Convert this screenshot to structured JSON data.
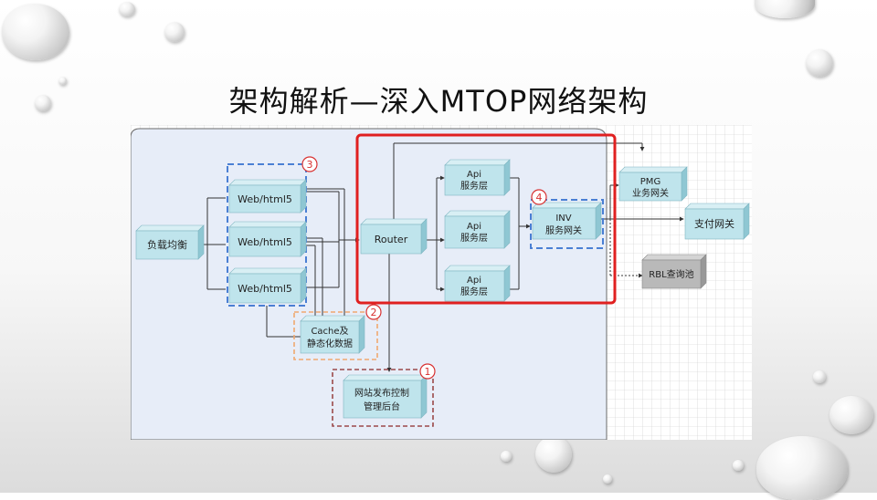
{
  "slide": {
    "title": "架构解析—深入MTOP网络架构"
  },
  "diagram": {
    "nodes": {
      "lb": "负载均衡",
      "web1": "Web/html5",
      "web2": "Web/html5",
      "web3": "Web/html5",
      "router": "Router",
      "api1_l1": "Api",
      "api1_l2": "服务层",
      "api2_l1": "Api",
      "api2_l2": "服务层",
      "api3_l1": "Api",
      "api3_l2": "服务层",
      "inv_l1": "INV",
      "inv_l2": "服务网关",
      "pmg_l1": "PMG",
      "pmg_l2": "业务网关",
      "pay": "支付网关",
      "rbl": "RBL查询池",
      "cache_l1": "Cache及",
      "cache_l2": "静态化数据",
      "site_l1": "网站发布控制",
      "site_l2": "管理后台"
    },
    "markers": [
      "1",
      "2",
      "3",
      "4"
    ]
  },
  "colors": {
    "box_fill": "#bfe4ec",
    "box_side": "#8fc7d3",
    "rbl_fill": "#b9b9b9",
    "highlight_red": "#e02020",
    "dashed_blue": "#4a7fd4",
    "dashed_orange": "#f0a870",
    "dashed_brown": "#9b4a4a",
    "marker_red": "#d83030"
  }
}
